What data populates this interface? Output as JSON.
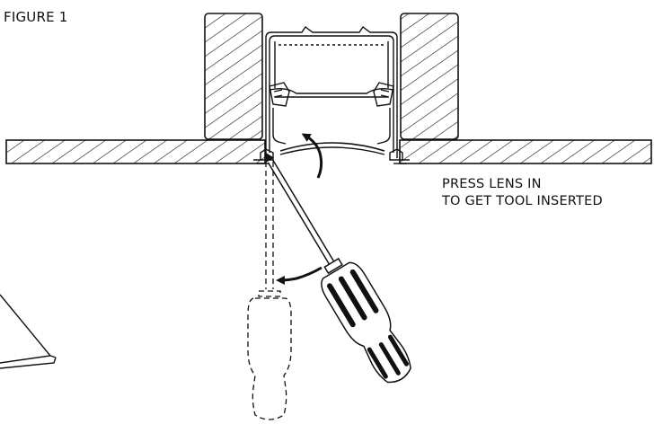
{
  "figure": {
    "title": "FIGURE 1",
    "callout_line_1": "PRESS LENS IN",
    "callout_line_2": "TO GET TOOL INSERTED"
  },
  "colors": {
    "ink": "#111111",
    "background": "#ffffff"
  }
}
